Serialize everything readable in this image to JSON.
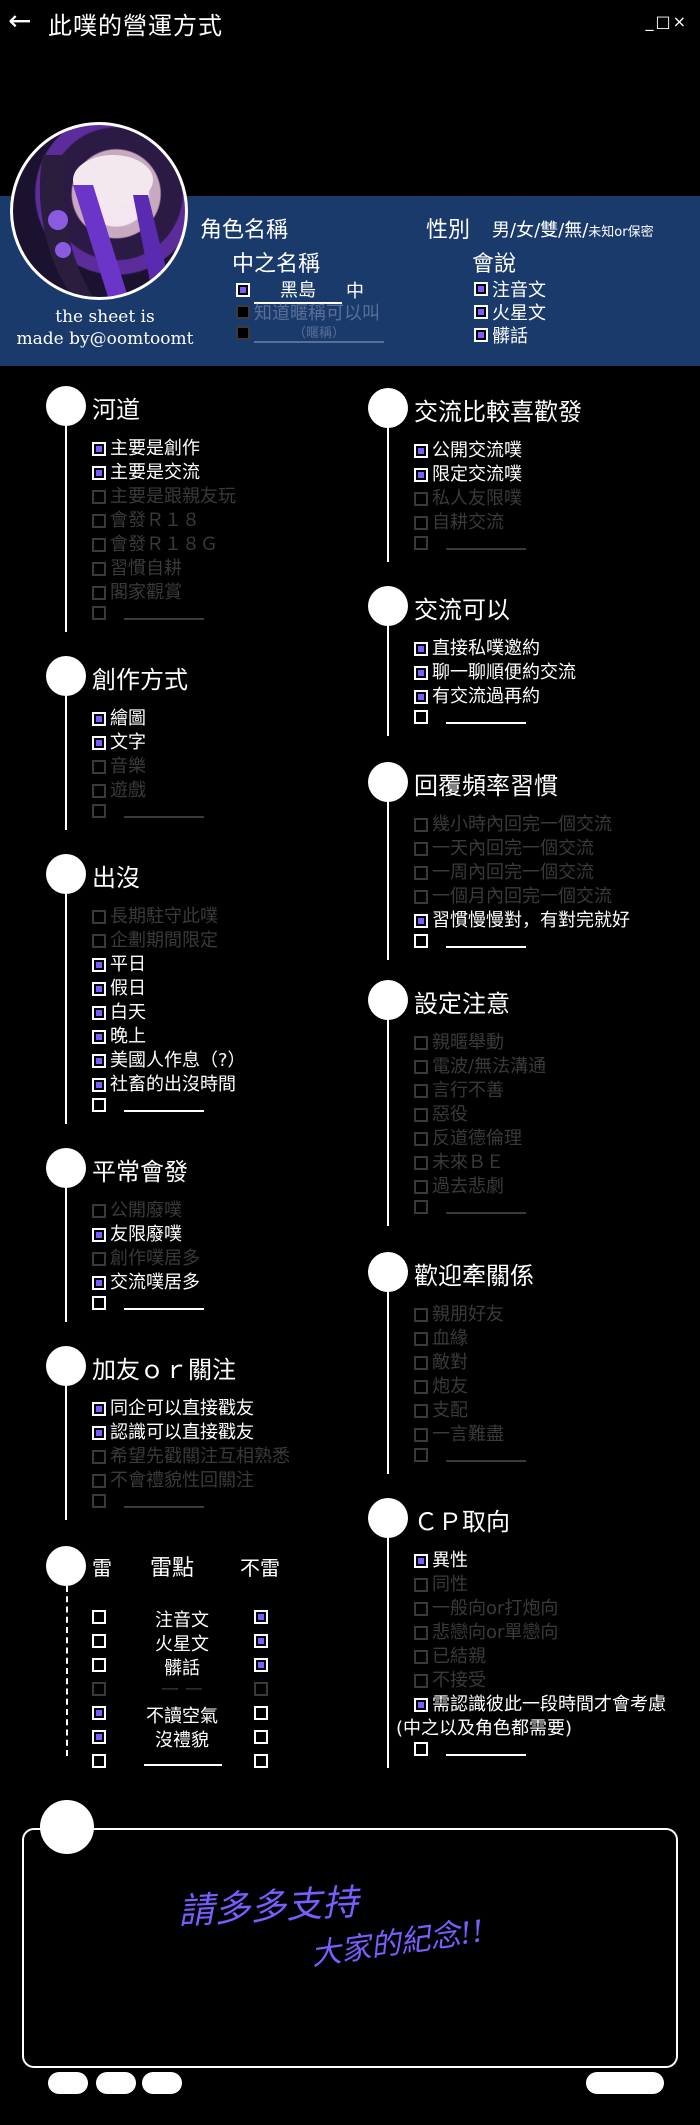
{
  "header": {
    "back_icon": "←",
    "title": "此噗的營運方式",
    "window_controls": "_□×"
  },
  "profile": {
    "credit_line1": "the sheet is",
    "credit_line2": "made by@oomtoomt",
    "role_name_label": "角色名稱",
    "gender_label": "性別",
    "gender_options": "男/女/雙/無/",
    "gender_extra": "未知or保密",
    "inner_name_label": "中之名稱",
    "inner_name_value": "黑島",
    "inner_name_suffix": "中",
    "inner_opt2": "知道暱稱可以叫",
    "inner_opt3_hint": "（暱稱）",
    "speak_label": "會說",
    "speak_items": [
      "注音文",
      "火星文",
      "髒話"
    ]
  },
  "sections_left": [
    {
      "title": "河道",
      "items": [
        {
          "text": "主要是創作",
          "on": true
        },
        {
          "text": "主要是交流",
          "on": true
        },
        {
          "text": "主要是跟親友玩",
          "on": false,
          "dim": true
        },
        {
          "text": "會發Ｒ１８",
          "on": false,
          "dim": true
        },
        {
          "text": "會發Ｒ１８Ｇ",
          "on": false,
          "dim": true
        },
        {
          "text": "習慣自耕",
          "on": false,
          "dim": true
        },
        {
          "text": "閣家觀賞",
          "on": false,
          "dim": true
        },
        {
          "text": "",
          "on": false,
          "dim": true,
          "blank": true
        }
      ]
    },
    {
      "title": "創作方式",
      "items": [
        {
          "text": "繪圖",
          "on": true
        },
        {
          "text": "文字",
          "on": true
        },
        {
          "text": "音樂",
          "on": false,
          "dim": true
        },
        {
          "text": "遊戲",
          "on": false,
          "dim": true
        },
        {
          "text": "",
          "on": false,
          "dim": true,
          "blank": true
        }
      ]
    },
    {
      "title": "出沒",
      "items": [
        {
          "text": "長期駐守此噗",
          "on": false,
          "dim": true
        },
        {
          "text": "企劃期間限定",
          "on": false,
          "dim": true
        },
        {
          "text": "平日",
          "on": true
        },
        {
          "text": "假日",
          "on": true
        },
        {
          "text": "白天",
          "on": true
        },
        {
          "text": "晚上",
          "on": true
        },
        {
          "text": "美國人作息（?）",
          "on": true
        },
        {
          "text": "社畜的出沒時間",
          "on": true
        },
        {
          "text": "",
          "on": false,
          "blank": true
        }
      ]
    },
    {
      "title": "平常會發",
      "items": [
        {
          "text": "公開廢噗",
          "on": false,
          "dim": true
        },
        {
          "text": "友限廢噗",
          "on": true
        },
        {
          "text": "創作噗居多",
          "on": false,
          "dim": true
        },
        {
          "text": "交流噗居多",
          "on": true
        },
        {
          "text": "",
          "on": false,
          "blank": true
        }
      ]
    },
    {
      "title": "加友ｏｒ關注",
      "items": [
        {
          "text": "同企可以直接戳友",
          "on": true
        },
        {
          "text": "認識可以直接戳友",
          "on": true
        },
        {
          "text": "希望先戳關注互相熟悉",
          "on": false,
          "dim": true
        },
        {
          "text": "不會禮貌性回關注",
          "on": false,
          "dim": true
        },
        {
          "text": "",
          "on": false,
          "dim": true,
          "blank": true
        }
      ]
    }
  ],
  "sections_right": [
    {
      "title": "交流比較喜歡發",
      "items": [
        {
          "text": "公開交流噗",
          "on": true
        },
        {
          "text": "限定交流噗",
          "on": true
        },
        {
          "text": "私人友限噗",
          "on": false,
          "dim": true
        },
        {
          "text": "自耕交流",
          "on": false,
          "dim": true
        },
        {
          "text": "",
          "on": false,
          "dim": true,
          "blank": true
        }
      ]
    },
    {
      "title": "交流可以",
      "items": [
        {
          "text": "直接私噗邀約",
          "on": true
        },
        {
          "text": "聊一聊順便約交流",
          "on": true
        },
        {
          "text": "有交流過再約",
          "on": true
        },
        {
          "text": "",
          "on": false,
          "blank": true
        }
      ]
    },
    {
      "title": "回覆頻率習慣",
      "items": [
        {
          "text": "幾小時內回完一個交流",
          "on": false,
          "dim": true
        },
        {
          "text": "一天內回完一個交流",
          "on": false,
          "dim": true
        },
        {
          "text": "一周內回完一個交流",
          "on": false,
          "dim": true
        },
        {
          "text": "一個月內回完一個交流",
          "on": false,
          "dim": true
        },
        {
          "text": "習慣慢慢對，有對完就好",
          "on": true
        },
        {
          "text": "",
          "on": false,
          "blank": true
        }
      ]
    },
    {
      "title": "設定注意",
      "items": [
        {
          "text": "親暱舉動",
          "on": false,
          "dim": true
        },
        {
          "text": "電波/無法溝通",
          "on": false,
          "dim": true
        },
        {
          "text": "言行不善",
          "on": false,
          "dim": true
        },
        {
          "text": "惡役",
          "on": false,
          "dim": true
        },
        {
          "text": "反道德倫理",
          "on": false,
          "dim": true
        },
        {
          "text": "未來ＢＥ",
          "on": false,
          "dim": true
        },
        {
          "text": "過去悲劇",
          "on": false,
          "dim": true
        },
        {
          "text": "",
          "on": false,
          "dim": true,
          "blank": true
        }
      ]
    },
    {
      "title": "歡迎牽關係",
      "items": [
        {
          "text": "親朋好友",
          "on": false,
          "dim": true
        },
        {
          "text": "血緣",
          "on": false,
          "dim": true
        },
        {
          "text": "敵對",
          "on": false,
          "dim": true
        },
        {
          "text": "炮友",
          "on": false,
          "dim": true
        },
        {
          "text": "支配",
          "on": false,
          "dim": true
        },
        {
          "text": "一言難盡",
          "on": false,
          "dim": true
        },
        {
          "text": "",
          "on": false,
          "dim": true,
          "blank": true
        }
      ]
    },
    {
      "title": "ＣＰ取向",
      "items": [
        {
          "text": "異性",
          "on": true
        },
        {
          "text": "同性",
          "on": false,
          "dim": true
        },
        {
          "text": "一般向or打炮向",
          "on": false,
          "dim": true
        },
        {
          "text": "悲戀向or單戀向",
          "on": false,
          "dim": true
        },
        {
          "text": "已結親",
          "on": false,
          "dim": true
        },
        {
          "text": "不接受",
          "on": false,
          "dim": true
        },
        {
          "text": "需認識彼此一段時間才會考慮",
          "on": true
        },
        {
          "text": "(中之以及角色都需要)",
          "on": false,
          "plain": true
        },
        {
          "text": "",
          "on": false,
          "blank": true
        }
      ]
    }
  ],
  "landmines": {
    "label_lei": "雷",
    "label_center": "雷點",
    "label_not": "不雷",
    "rows": [
      {
        "text": "注音文",
        "left": false,
        "right": true
      },
      {
        "text": "火星文",
        "left": false,
        "right": true
      },
      {
        "text": "髒話",
        "left": false,
        "right": true
      },
      {
        "text": "",
        "left": false,
        "right": false,
        "dim": true
      },
      {
        "text": "不讀空氣",
        "left": true,
        "right": false
      },
      {
        "text": "沒禮貌",
        "left": true,
        "right": false
      },
      {
        "text": "",
        "left": false,
        "right": false,
        "blank": true
      }
    ]
  },
  "note": {
    "handwriting_1": "請多多支持",
    "handwriting_2": "大家的紀念!!"
  },
  "accent_color": "#7b5cff",
  "band_color": "#1a3a6b"
}
